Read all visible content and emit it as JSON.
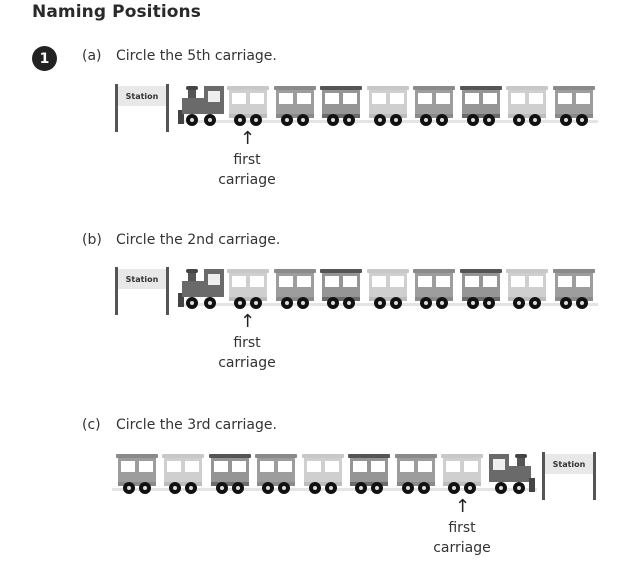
{
  "title": "Naming Positions",
  "question_number": "1",
  "station_label": "Station",
  "caption": {
    "line1": "first",
    "line2": "carriage"
  },
  "arrow": "↑",
  "parts": [
    {
      "label": "(a)",
      "text": "Circle the 5th carriage.",
      "direction": "engine-left",
      "carriages": [
        "light",
        "mid",
        "dark",
        "light",
        "mid",
        "dark",
        "light",
        "mid"
      ]
    },
    {
      "label": "(b)",
      "text": "Circle the 2nd carriage.",
      "direction": "engine-left",
      "carriages": [
        "light",
        "mid",
        "dark",
        "light",
        "mid",
        "dark",
        "light",
        "mid"
      ]
    },
    {
      "label": "(c)",
      "text": "Circle the 3rd carriage.",
      "direction": "engine-right",
      "carriages": [
        "light",
        "mid",
        "dark",
        "light",
        "mid",
        "dark",
        "light",
        "mid"
      ]
    }
  ]
}
